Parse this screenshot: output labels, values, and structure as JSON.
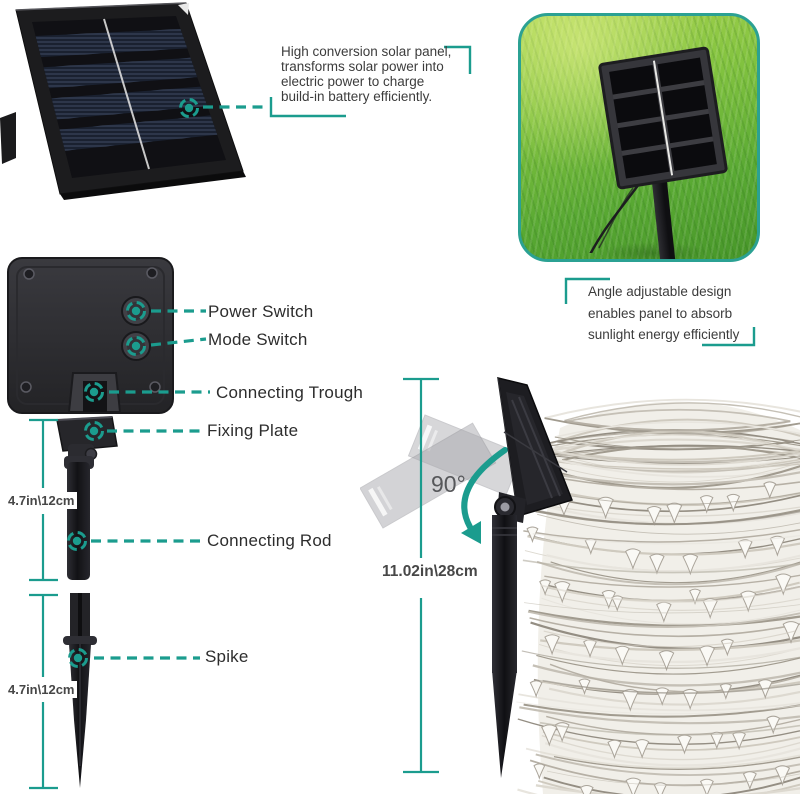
{
  "colors": {
    "accent": "#1b9c8e",
    "ghost_gray": "#b0b0b5",
    "angle_text": "#56575a"
  },
  "texts": {
    "feature_solar": "High conversion solar panel,\ntransforms solar power into\nelectric power to charge\nbuild-in battery efficiently.",
    "feature_angle": "Angle adjustable design\nenables panel to absorb\nsunlight energy efficiently",
    "label_power": "Power Switch",
    "label_mode": "Mode Switch",
    "label_trough": "Connecting Trough",
    "label_fixing": "Fixing Plate",
    "label_rod": "Connecting Rod",
    "label_spike": "Spike",
    "dim_rod": "4.7in\\12cm",
    "dim_spike": "4.7in\\12cm",
    "dim_stake": "11.02in\\28cm",
    "angle_value": "90°"
  }
}
